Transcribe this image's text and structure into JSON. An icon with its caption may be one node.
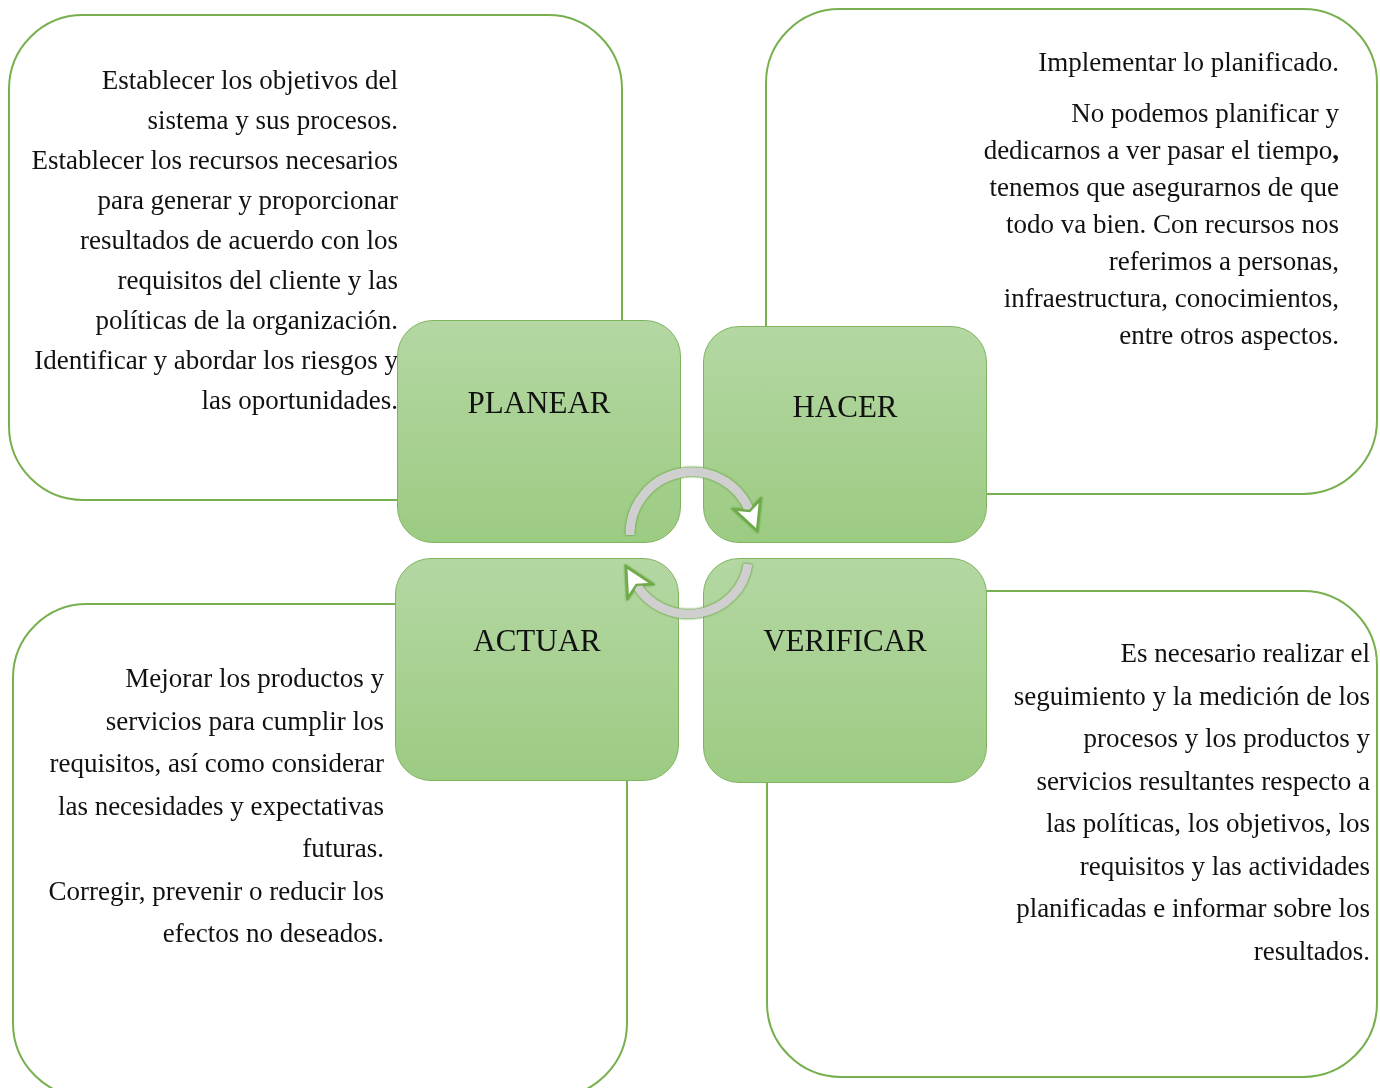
{
  "diagram": {
    "nodes": [
      {
        "text": [
          "Establecer los objetivos del sistema y sus procesos.",
          "Establecer los recursos necesarios para generar y proporcionar resultados de acuerdo con los requisitos del cliente y las políticas de la organización.",
          "Identificar y abordar los riesgos y las oportunidades."
        ]
      },
      {
        "text": [
          "Implementar lo planificado.",
          "No podemos planificar y dedicarnos a ver pasar el tiempo**,** tenemos que asegurarnos de que todo va bien. Con recursos nos referimos a personas, infraestructura, conocimientos, entre otros aspectos."
        ]
      },
      {
        "text": [
          "Mejorar los productos y servicios para cumplir los requisitos, así como considerar las necesidades y expectativas futuras.",
          "Corregir, prevenir o reducir los efectos no deseados."
        ]
      },
      {
        "text": [
          "Es necesario realizar el seguimiento y la medición de los procesos y los productos y servicios resultantes respecto a las políticas, los objetivos, los requisitos y las actividades planificadas e informar sobre los resultados."
        ]
      },
      {
        "text": [
          "PLANEAR"
        ]
      },
      {
        "text": [
          "HACER"
        ]
      },
      {
        "text": [
          "ACTUAR"
        ]
      },
      {
        "text": [
          "VERIFICAR"
        ]
      }
    ],
    "edges": [
      {
        "from": 4,
        "to": 5,
        "arrow": "to"
      },
      {
        "from": 7,
        "to": 6,
        "arrow": "to"
      }
    ]
  }
}
